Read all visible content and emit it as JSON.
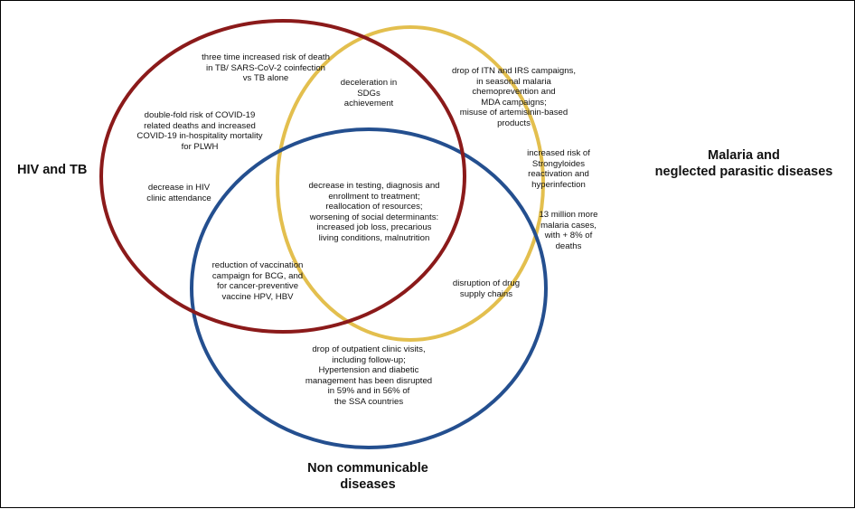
{
  "colors": {
    "hiv_tb": "#8b1a1a",
    "malaria": "#e3bf4e",
    "ncd": "#244f8f"
  },
  "labels": {
    "hiv_tb": "HIV and TB",
    "malaria": "Malaria and\nneglected parasitic diseases",
    "ncd": "Non communicable\ndiseases"
  },
  "texts": {
    "hiv_death_risk": "three time increased risk of death\nin TB/ SARS-CoV-2 coinfection\nvs TB alone",
    "hiv_covid_risk": "double-fold risk of COVID-19\nrelated deaths and increased\nCOVID-19 in-hospitality mortality\nfor PLWH",
    "hiv_clinic": "decrease in HIV\nclinic attendance",
    "sdg": "deceleration in\nSDGs\nachievement",
    "malaria_campaigns": "drop of ITN and IRS campaigns,\nin seasonal malaria\nchemoprevention and\nMDA campaigns;\nmisuse of artemisinin-based\nproducts",
    "strongyloides": "increased risk of\nStrongyloides\nreactivation and\nhyperinfection",
    "malaria_cases": "13 million more\nmalaria  cases,\nwith + 8% of\ndeaths",
    "center": "decrease in testing, diagnosis and\nenrollment to treatment;\nreallocation of resources;\nworsening of social determinants:\nincreased job loss, precarious\nliving conditions, malnutrition",
    "vaccination": "reduction of vaccination\ncampaign for BCG, and\nfor cancer-preventive\nvaccine HPV, HBV",
    "drug_supply": "disruption of drug\nsupply chains",
    "ncd_visits": "drop of outpatient clinic visits,\nincluding follow-up;\nHypertension and diabetic\nmanagement has been disrupted\nin 59% and in 56% of\nthe SSA countries"
  }
}
